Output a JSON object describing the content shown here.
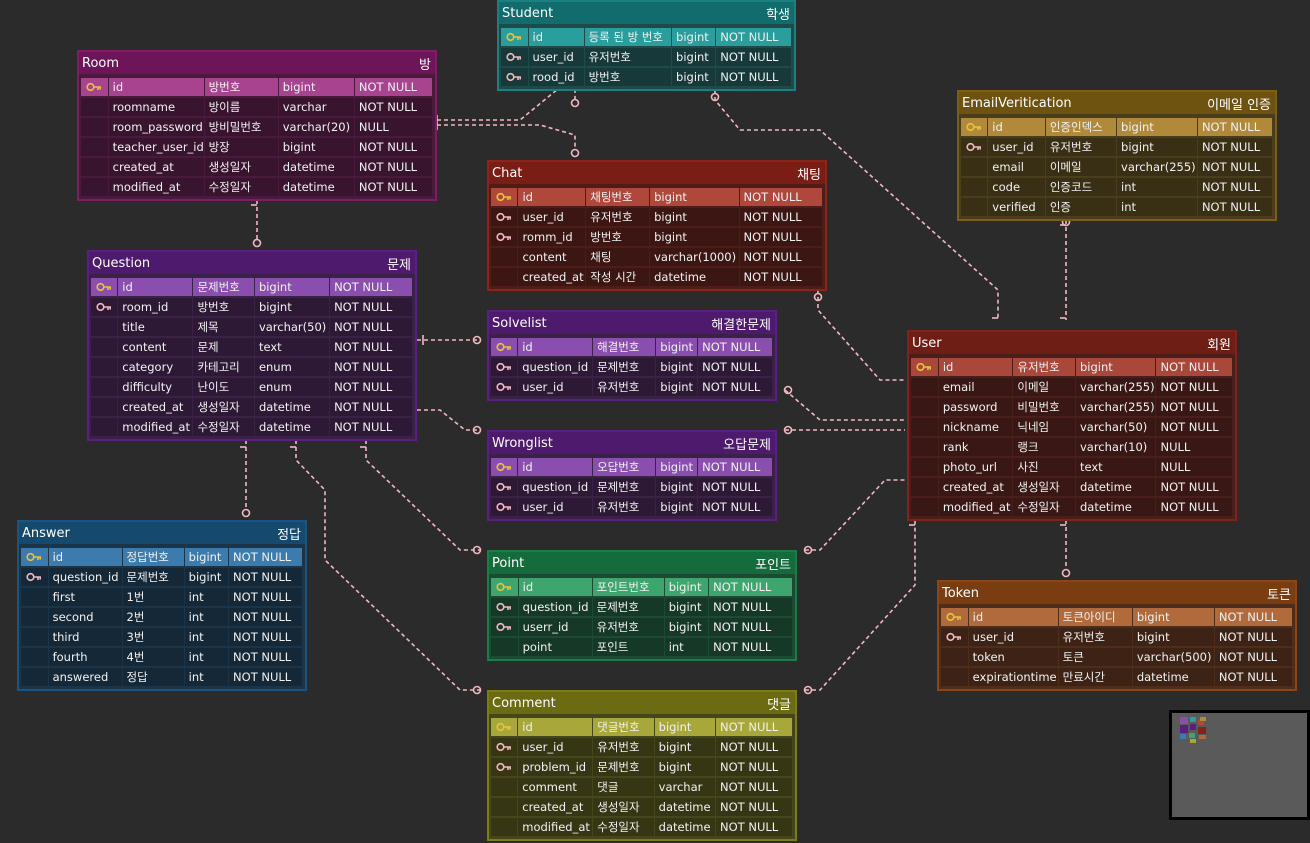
{
  "tables": [
    {
      "key": "student",
      "name": "Student",
      "name_ko": "학생",
      "header_color": "#116d6d",
      "body_color": "#1e4a4a",
      "pk_color": "#2a9d9d",
      "border": "#1b8080",
      "rows": [
        [
          "pk",
          "id",
          "등록 된 방 번호",
          "bigint",
          "NOT NULL"
        ],
        [
          "fk",
          "user_id",
          "유저번호",
          "bigint",
          "NOT NULL"
        ],
        [
          "fk",
          "rood_id",
          "방번호",
          "bigint",
          "NOT NULL"
        ]
      ]
    },
    {
      "key": "room",
      "name": "Room",
      "name_ko": "방",
      "header_color": "#6d1558",
      "body_color": "#4a1a3c",
      "pk_color": "#a8438f",
      "border": "#7e1c66",
      "rows": [
        [
          "pk",
          "id",
          "방번호",
          "bigint",
          "NOT NULL"
        ],
        [
          "",
          "roomname",
          "방이름",
          "varchar",
          "NOT NULL"
        ],
        [
          "",
          "room_password",
          "방비밀번호",
          "varchar(20)",
          "NULL"
        ],
        [
          "",
          "teacher_user_id",
          "방장",
          "bigint",
          "NOT NULL"
        ],
        [
          "",
          "created_at",
          "생성일자",
          "datetime",
          "NOT NULL"
        ],
        [
          "",
          "modified_at",
          "수정일자",
          "datetime",
          "NOT NULL"
        ]
      ]
    },
    {
      "key": "chat",
      "name": "Chat",
      "name_ko": "채팅",
      "header_color": "#7a1d14",
      "body_color": "#4e1d19",
      "pk_color": "#b0473b",
      "border": "#8c2419",
      "rows": [
        [
          "pk",
          "id",
          "채팅번호",
          "bigint",
          "NOT NULL"
        ],
        [
          "fk",
          "user_id",
          "유저번호",
          "bigint",
          "NOT NULL"
        ],
        [
          "fk",
          "romm_id",
          "방번호",
          "bigint",
          "NOT NULL"
        ],
        [
          "",
          "content",
          "채팅",
          "varchar(1000)",
          "NOT NULL"
        ],
        [
          "",
          "created_at",
          "작성 시간",
          "datetime",
          "NOT NULL"
        ]
      ]
    },
    {
      "key": "email",
      "name": "EmailVeritication",
      "name_ko": "이메일 인증",
      "header_color": "#6e5210",
      "body_color": "#4a3d1b",
      "pk_color": "#b08a3a",
      "border": "#7d5e13",
      "rows": [
        [
          "pk",
          "id",
          "인증인덱스",
          "bigint",
          "NOT NULL"
        ],
        [
          "fk",
          "user_id",
          "유저번호",
          "bigint",
          "NOT NULL"
        ],
        [
          "",
          "email",
          "이메일",
          "varchar(255)",
          "NOT NULL"
        ],
        [
          "",
          "code",
          "인증코드",
          "int",
          "NOT NULL"
        ],
        [
          "",
          "verified",
          "인증",
          "int",
          "NOT NULL"
        ]
      ]
    },
    {
      "key": "question",
      "name": "Question",
      "name_ko": "문제",
      "header_color": "#4e1a6e",
      "body_color": "#3a2146",
      "pk_color": "#8a4fae",
      "border": "#5b1f80",
      "rows": [
        [
          "pk",
          "id",
          "문제번호",
          "bigint",
          "NOT NULL"
        ],
        [
          "fk",
          "room_id",
          "방번호",
          "bigint",
          "NOT NULL"
        ],
        [
          "",
          "title",
          "제목",
          "varchar(50)",
          "NOT NULL"
        ],
        [
          "",
          "content",
          "문제",
          "text",
          "NOT NULL"
        ],
        [
          "",
          "category",
          "카테고리",
          "enum",
          "NOT NULL"
        ],
        [
          "",
          "difficulty",
          "난이도",
          "enum",
          "NOT NULL"
        ],
        [
          "",
          "created_at",
          "생성일자",
          "datetime",
          "NOT NULL"
        ],
        [
          "",
          "modified_at",
          "수정일자",
          "datetime",
          "NOT NULL"
        ]
      ]
    },
    {
      "key": "solvelist",
      "name": "Solvelist",
      "name_ko": "해결한문제",
      "header_color": "#4e1a6e",
      "body_color": "#3a2146",
      "pk_color": "#8a4fae",
      "border": "#5b1f80",
      "rows": [
        [
          "pk",
          "id",
          "해결번호",
          "bigint",
          "NOT NULL"
        ],
        [
          "fk",
          "question_id",
          "문제번호",
          "bigint",
          "NOT NULL"
        ],
        [
          "fk",
          "user_id",
          "유저번호",
          "bigint",
          "NOT NULL"
        ]
      ]
    },
    {
      "key": "wronglist",
      "name": "Wronglist",
      "name_ko": "오답문제",
      "header_color": "#4e1a6e",
      "body_color": "#3a2146",
      "pk_color": "#8a4fae",
      "border": "#5b1f80",
      "rows": [
        [
          "pk",
          "id",
          "오답번호",
          "bigint",
          "NOT NULL"
        ],
        [
          "fk",
          "question_id",
          "문제번호",
          "bigint",
          "NOT NULL"
        ],
        [
          "fk",
          "user_id",
          "유저번호",
          "bigint",
          "NOT NULL"
        ]
      ]
    },
    {
      "key": "user",
      "name": "User",
      "name_ko": "회원",
      "header_color": "#6e1e14",
      "body_color": "#4a1e1a",
      "pk_color": "#a9473b",
      "border": "#80241a",
      "rows": [
        [
          "pk",
          "id",
          "유저번호",
          "bigint",
          "NOT NULL"
        ],
        [
          "",
          "email",
          "이메일",
          "varchar(255)",
          "NOT NULL"
        ],
        [
          "",
          "password",
          "비밀번호",
          "varchar(255)",
          "NOT NULL"
        ],
        [
          "",
          "nickname",
          "닉네임",
          "varchar(50)",
          "NOT NULL"
        ],
        [
          "",
          "rank",
          "랭크",
          "varchar(10)",
          "NULL"
        ],
        [
          "",
          "photo_url",
          "사진",
          "text",
          "NULL"
        ],
        [
          "",
          "created_at",
          "생성일자",
          "datetime",
          "NOT NULL"
        ],
        [
          "",
          "modified_at",
          "수정일자",
          "datetime",
          "NOT NULL"
        ]
      ]
    },
    {
      "key": "answer",
      "name": "Answer",
      "name_ko": "정답",
      "header_color": "#15496e",
      "body_color": "#1c3448",
      "pk_color": "#3b7bae",
      "border": "#1a5480",
      "rows": [
        [
          "pk",
          "id",
          "정답번호",
          "bigint",
          "NOT NULL"
        ],
        [
          "fk",
          "question_id",
          "문제번호",
          "bigint",
          "NOT NULL"
        ],
        [
          "",
          "first",
          "1번",
          "int",
          "NOT NULL"
        ],
        [
          "",
          "second",
          "2번",
          "int",
          "NOT NULL"
        ],
        [
          "",
          "third",
          "3번",
          "int",
          "NOT NULL"
        ],
        [
          "",
          "fourth",
          "4번",
          "int",
          "NOT NULL"
        ],
        [
          "",
          "answered",
          "정답",
          "int",
          "NOT NULL"
        ]
      ]
    },
    {
      "key": "point",
      "name": "Point",
      "name_ko": "포인트",
      "header_color": "#146b3c",
      "body_color": "#1d4a33",
      "pk_color": "#3fa56e",
      "border": "#1a7d45",
      "rows": [
        [
          "pk",
          "id",
          "포인트번호",
          "bigint",
          "NOT NULL"
        ],
        [
          "fk",
          "question_id",
          "문제번호",
          "bigint",
          "NOT NULL"
        ],
        [
          "fk",
          "userr_id",
          "유저번호",
          "bigint",
          "NOT NULL"
        ],
        [
          "",
          "point",
          "포인트",
          "int",
          "NOT NULL"
        ]
      ]
    },
    {
      "key": "token",
      "name": "Token",
      "name_ko": "토큰",
      "header_color": "#7a3d12",
      "body_color": "#4e2e1b",
      "pk_color": "#b06a3b",
      "border": "#8c4614",
      "rows": [
        [
          "pk",
          "id",
          "토큰아이디",
          "bigint",
          "NOT NULL"
        ],
        [
          "fk",
          "user_id",
          "유저번호",
          "bigint",
          "NOT NULL"
        ],
        [
          "",
          "token",
          "토큰",
          "varchar(500)",
          "NOT NULL"
        ],
        [
          "",
          "expirationtime",
          "만료시간",
          "datetime",
          "NOT NULL"
        ]
      ]
    },
    {
      "key": "comment",
      "name": "Comment",
      "name_ko": "댓글",
      "header_color": "#6b6b12",
      "body_color": "#46461c",
      "pk_color": "#a7a73a",
      "border": "#7d7d14",
      "rows": [
        [
          "pk",
          "id",
          "댓글번호",
          "bigint",
          "NOT NULL"
        ],
        [
          "fk",
          "user_id",
          "유저번호",
          "bigint",
          "NOT NULL"
        ],
        [
          "fk",
          "problem_id",
          "문제번호",
          "bigint",
          "NOT NULL"
        ],
        [
          "",
          "comment",
          "댓글",
          "varchar",
          "NOT NULL"
        ],
        [
          "",
          "created_at",
          "생성일자",
          "datetime",
          "NOT NULL"
        ],
        [
          "",
          "modified_at",
          "수정일자",
          "datetime",
          "NOT NULL"
        ]
      ]
    }
  ],
  "colors": {
    "background": "#2b2b2b",
    "link": "#f2b8c0",
    "key_gold": "#e8c33a",
    "key_pink": "#f2b8c0"
  },
  "minimap": {
    "label": "minimap"
  }
}
